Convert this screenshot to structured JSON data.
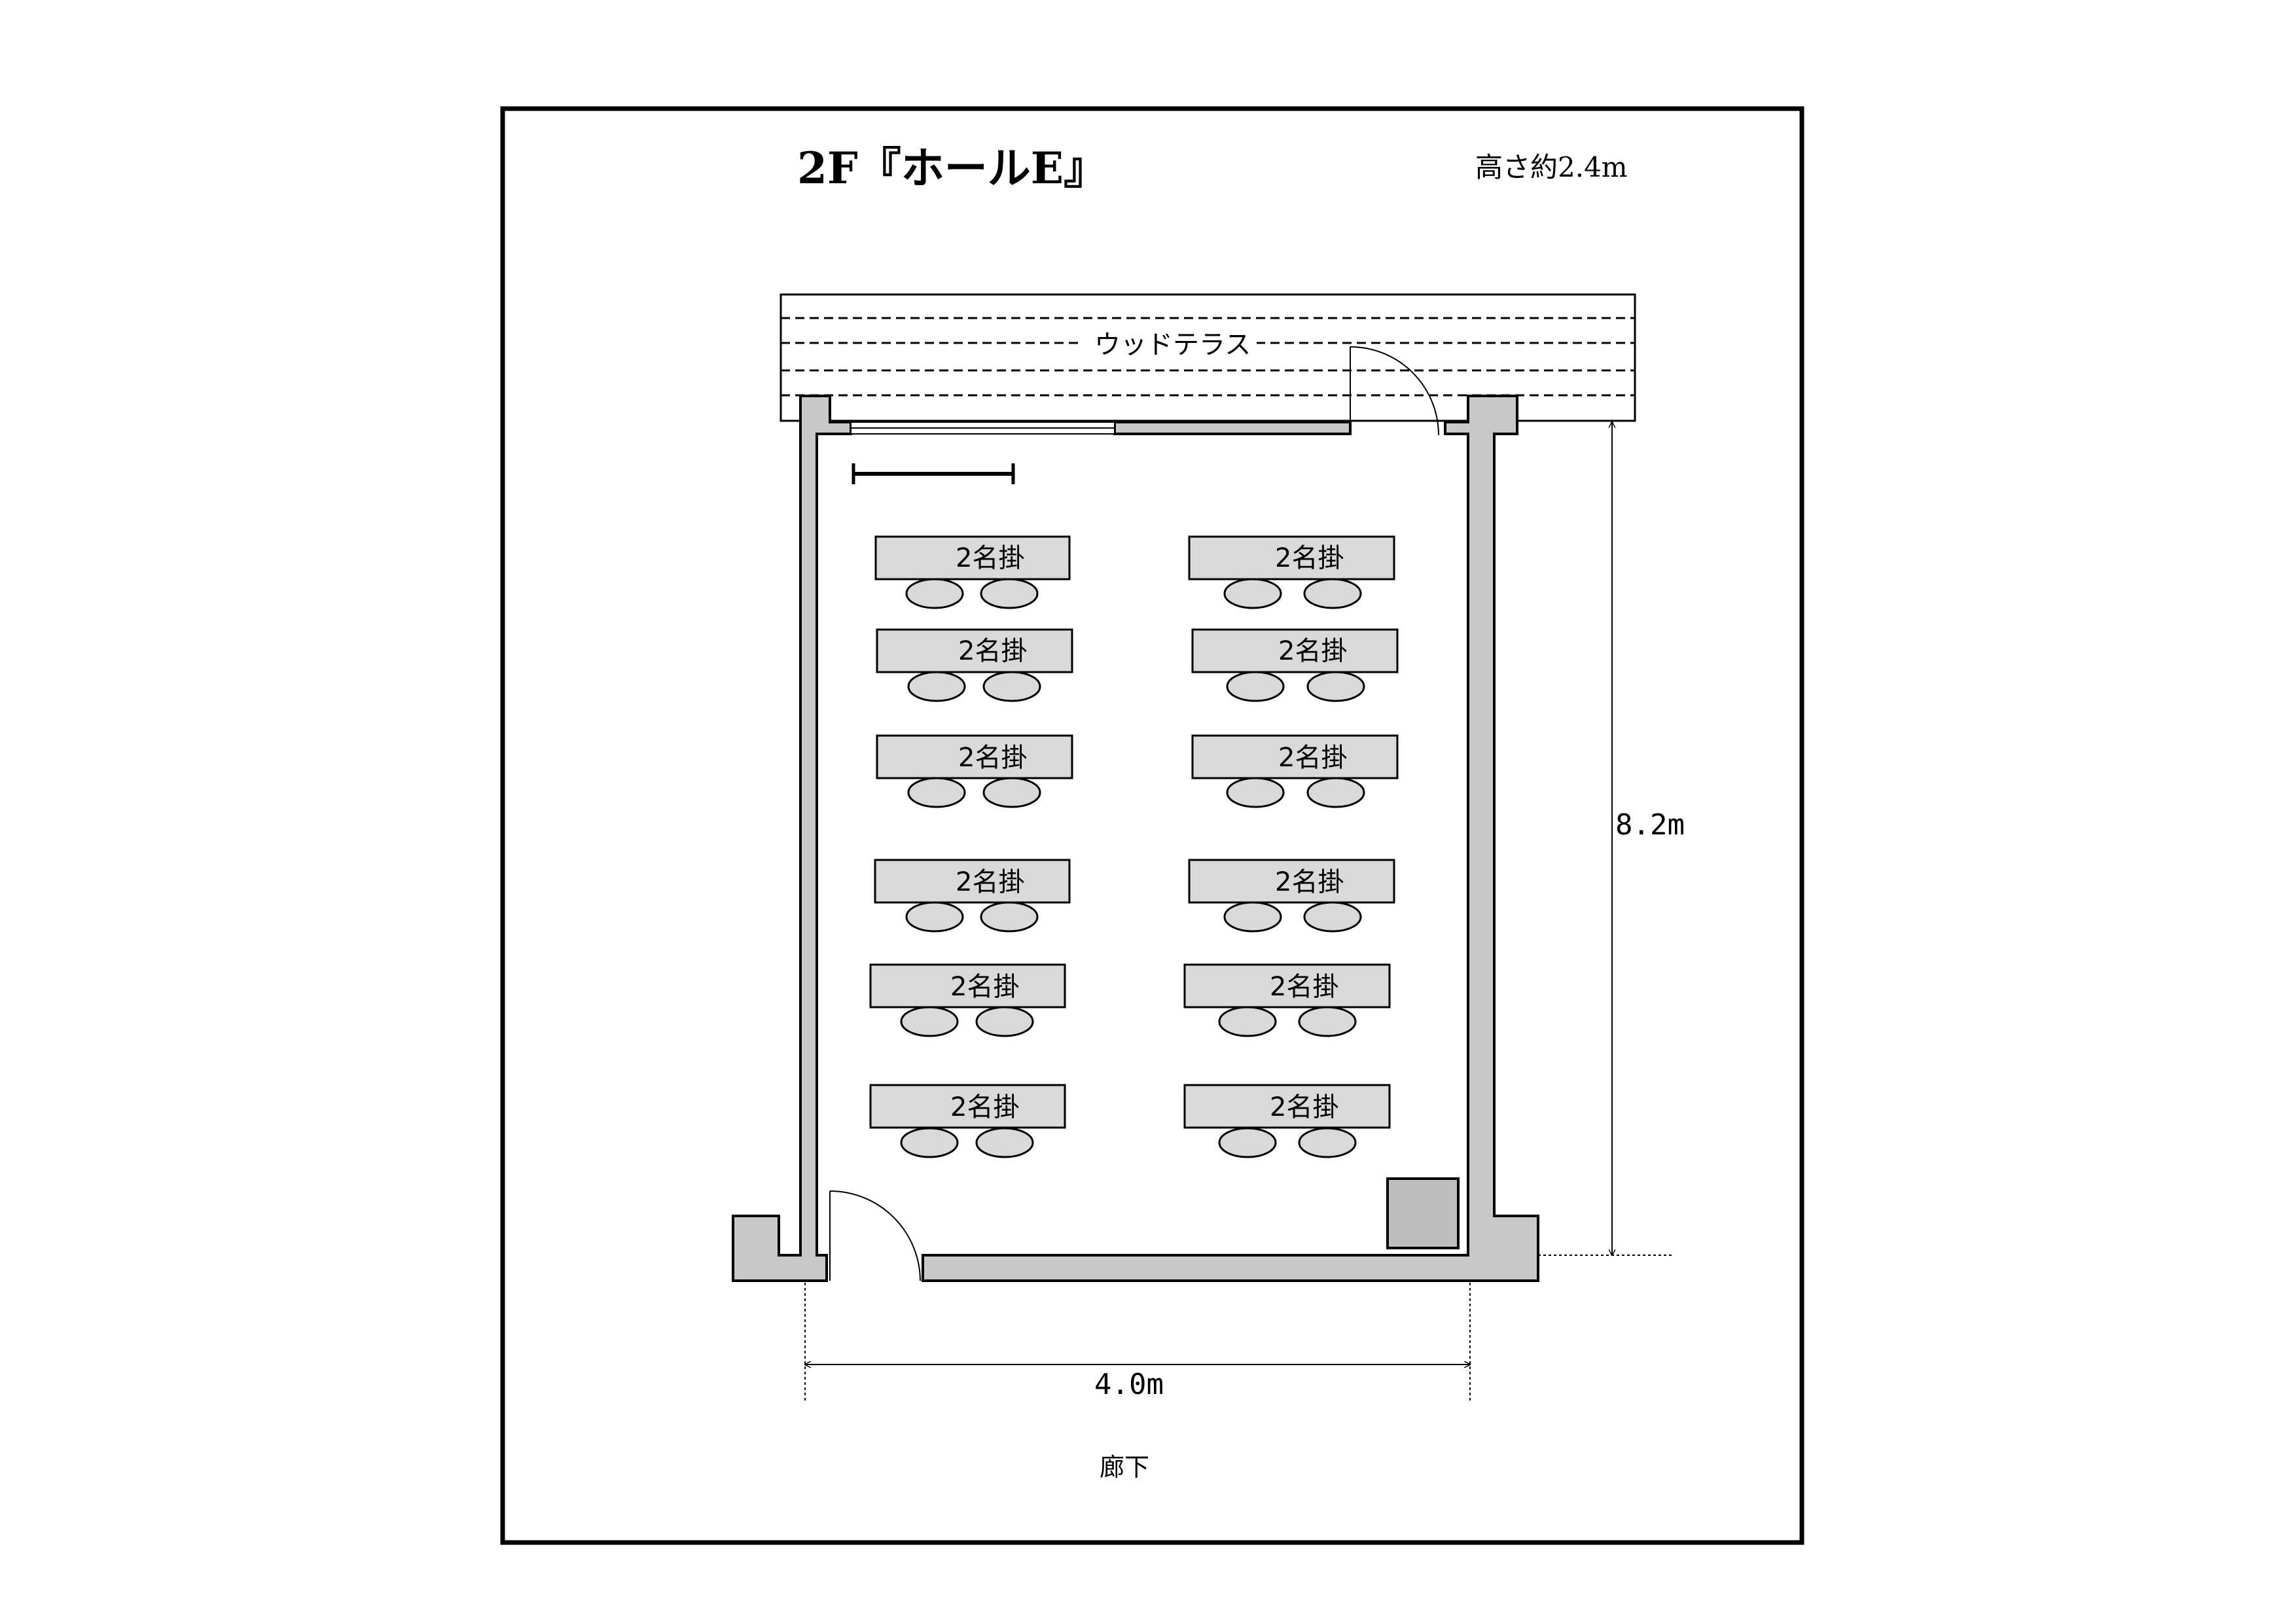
{
  "title": "2F『ホールE』",
  "height_note": "高さ約2.4m",
  "terrace_label": "ウッドテラス",
  "dimensions": {
    "depth": "8.2m",
    "width": "4.0m"
  },
  "corridor_label": "廊下",
  "desk_label": "2名掛",
  "desks": [
    {
      "label": "2名掛"
    },
    {
      "label": "2名掛"
    },
    {
      "label": "2名掛"
    },
    {
      "label": "2名掛"
    },
    {
      "label": "2名掛"
    },
    {
      "label": "2名掛"
    },
    {
      "label": "2名掛"
    },
    {
      "label": "2名掛"
    },
    {
      "label": "2名掛"
    },
    {
      "label": "2名掛"
    },
    {
      "label": "2名掛"
    },
    {
      "label": "2名掛"
    }
  ],
  "colors": {
    "wall_fill": "#c8c8c8",
    "desk_fill": "#d9d9d9",
    "line": "#000000"
  }
}
